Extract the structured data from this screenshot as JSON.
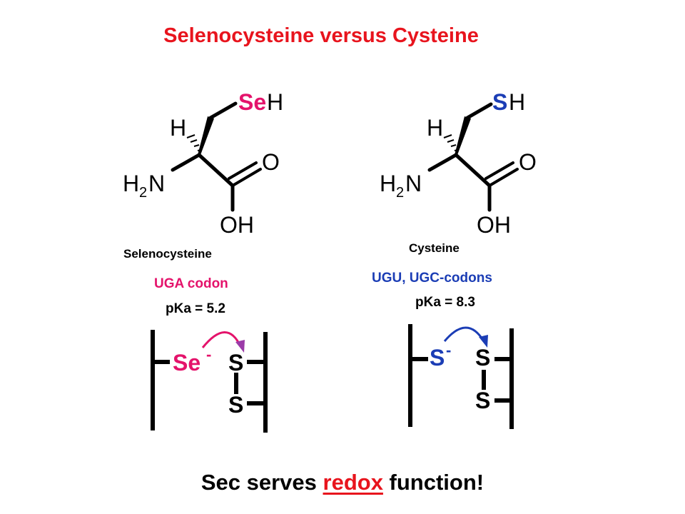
{
  "title": "Selenocysteine versus Cysteine",
  "colors": {
    "red": "#e8141d",
    "magenta": "#e4136b",
    "blue": "#1b3db5",
    "purple": "#9b3ba8",
    "black": "#000000"
  },
  "sec": {
    "name": "Selenocysteine",
    "codon": "UGA codon",
    "pka": "pKa = 5.2",
    "structure": {
      "top_left": "Se",
      "top_right": "H",
      "h": "H",
      "h2": "H",
      "h2_sub": "2",
      "n": "N",
      "o": "O",
      "oh": "OH"
    },
    "mechanism": {
      "nucleophile": "Se",
      "charge": "-",
      "s_top": "S",
      "s_bottom": "S"
    }
  },
  "cys": {
    "name": "Cysteine",
    "codon": "UGU, UGC-codons",
    "pka": "pKa = 8.3",
    "structure": {
      "top_left": "S",
      "top_right": "H",
      "h": "H",
      "h2": "H",
      "h2_sub": "2",
      "n": "N",
      "o": "O",
      "oh": "OH"
    },
    "mechanism": {
      "nucleophile": "S",
      "charge": "-",
      "s_top": "S",
      "s_bottom": "S"
    }
  },
  "footer": {
    "prefix": "Sec serves ",
    "highlight": "redox",
    "suffix": " function!"
  }
}
